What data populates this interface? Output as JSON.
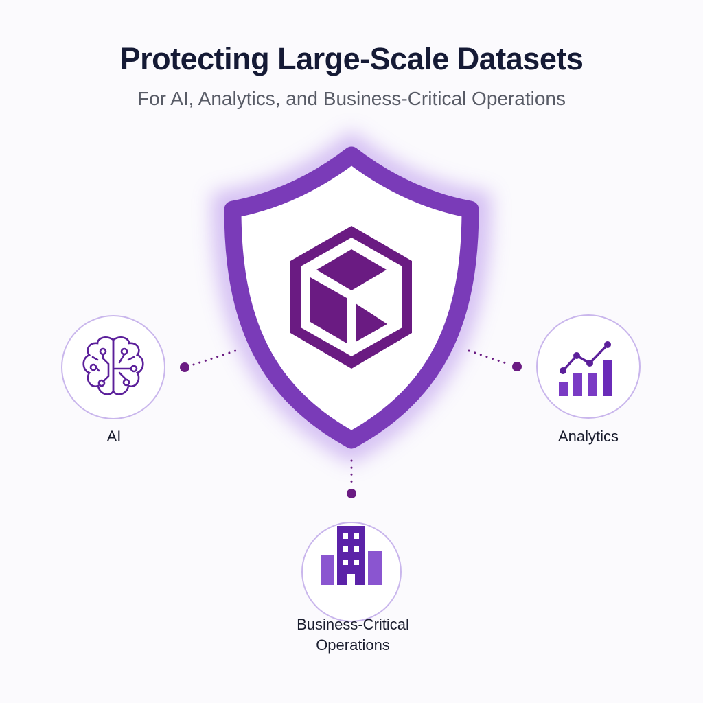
{
  "header": {
    "title": "Protecting Large-Scale Datasets",
    "subtitle": "For AI, Analytics, and Business-Critical Operations"
  },
  "center": {
    "icon": "shield-with-cube-icon"
  },
  "nodes": [
    {
      "label": "AI",
      "icon": "brain-circuit-icon"
    },
    {
      "label": "Analytics",
      "icon": "chart-icon"
    },
    {
      "label_line1": "Business-Critical",
      "label_line2": "Operations",
      "icon": "building-icon"
    }
  ],
  "colors": {
    "primary": "#7a3bb8",
    "dark": "#6a1b82",
    "ring": "#c9b6ec",
    "text": "#151a35"
  }
}
